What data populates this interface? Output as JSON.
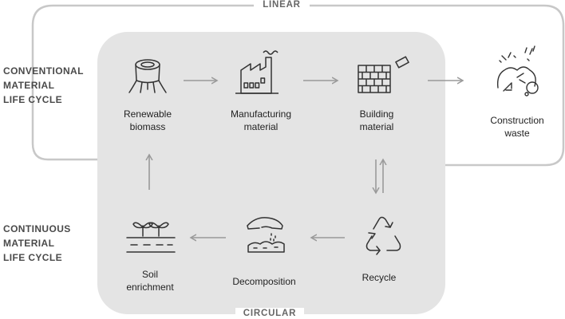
{
  "labels": {
    "linear": "LINEAR",
    "circular": "CIRCULAR",
    "conventional": [
      "CONVENTIONAL",
      "MATERIAL",
      "LIFE CYCLE"
    ],
    "continuous": [
      "CONTINUOUS",
      "MATERIAL",
      "LIFE CYCLE"
    ]
  },
  "nodes": {
    "renewable_biomass": [
      "Renewable",
      "biomass"
    ],
    "manufacturing_material": [
      "Manufacturing",
      "material"
    ],
    "building_material": [
      "Building",
      "material"
    ],
    "construction_waste": [
      "Construction",
      "waste"
    ],
    "recycle": [
      "Recycle"
    ],
    "decomposition": [
      "Decomposition"
    ],
    "soil_enrichment": [
      "Soil",
      "enrichment"
    ]
  },
  "icons": {
    "renewable_biomass": "tree-stump-icon",
    "manufacturing_material": "factory-icon",
    "building_material": "brick-wall-icon",
    "construction_waste": "waste-pile-icon",
    "recycle": "recycle-icon",
    "decomposition": "hand-sprinkling-soil-icon",
    "soil_enrichment": "sprouting-plants-icon"
  },
  "colors": {
    "circular_panel": "#e4e4e4",
    "linear_outline": "#c8c8c8",
    "arrow": "#9a9a9a",
    "icon_stroke": "#333333",
    "side_label_text": "#4a4a4a"
  }
}
